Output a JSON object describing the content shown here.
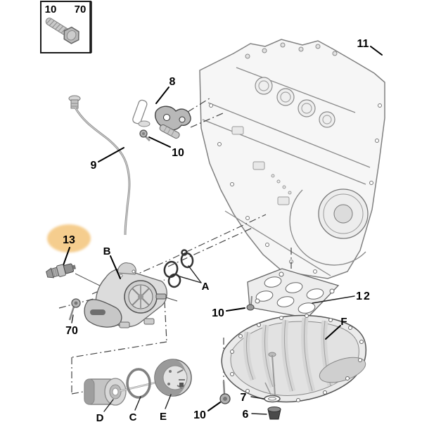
{
  "colors": {
    "background": "#ffffff",
    "highlight_fill": "#f5cd8e",
    "highlight_text": "#4a3800",
    "blue_label": "#1e3f80",
    "label": "#000000"
  },
  "inset": {
    "left_label": "10",
    "right_label": "70"
  },
  "callouts": {
    "n8": "8",
    "n9": "9",
    "n10_bracket": "10",
    "n10_baffle": "10",
    "n10_pan": "10",
    "n11": "11",
    "n12": "12",
    "n13": "13",
    "n70": "70",
    "n7": "7",
    "n6": "6",
    "A": "A",
    "B": "B",
    "C": "C",
    "D": "D",
    "E": "E",
    "F": "F"
  }
}
